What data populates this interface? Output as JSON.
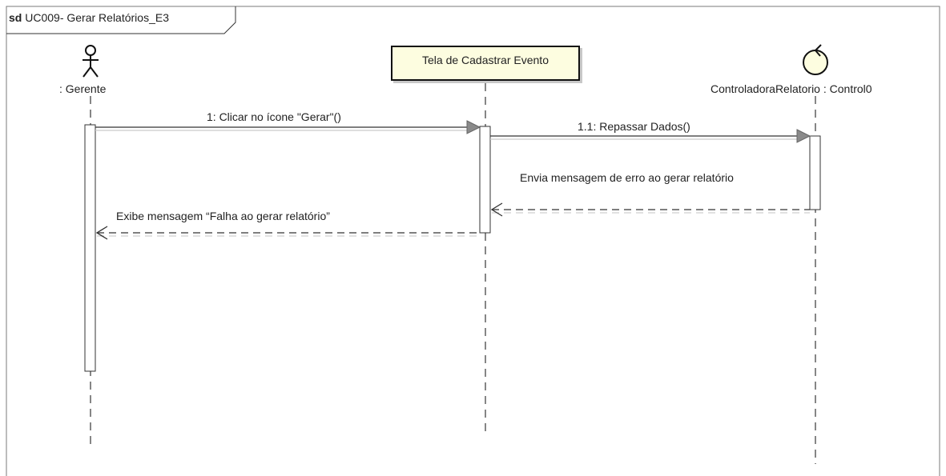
{
  "frame": {
    "keyword": "sd",
    "name": "UC009- Gerar Relatórios_E3"
  },
  "lifelines": {
    "actor": ": Gerente",
    "boundary": "Tela de Cadastrar Evento",
    "control": "ControladoraRelatorio : Control0"
  },
  "messages": {
    "m1": "1: Clicar no ícone \"Gerar\"()",
    "m2": "1.1: Repassar Dados()",
    "m3": "Envia mensagem de erro ao gerar relatório",
    "m4": "Exibe mensagem “Falha ao gerar relatório”"
  }
}
